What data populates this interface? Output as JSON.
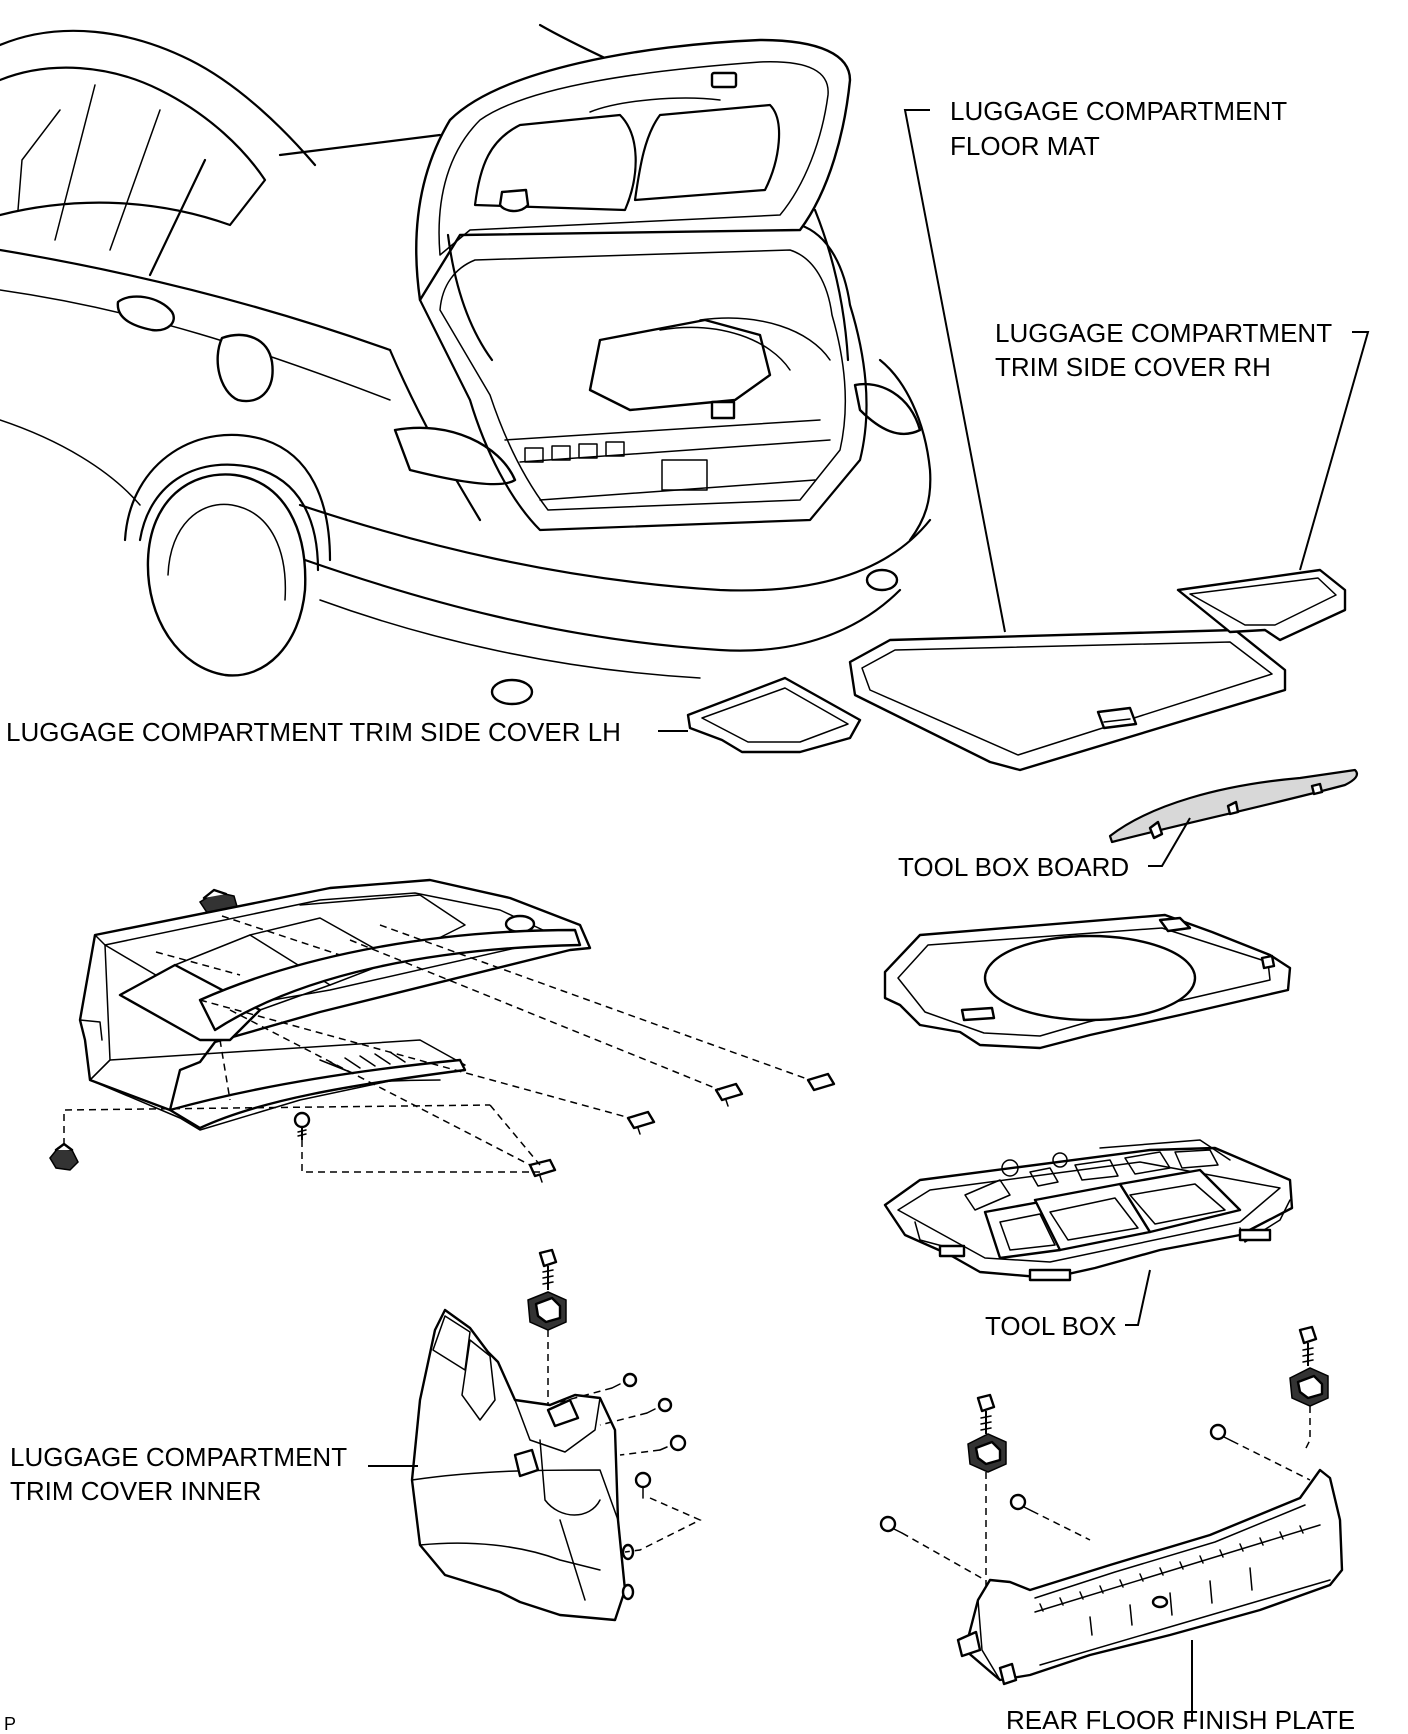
{
  "labels": {
    "floor_mat": [
      "LUGGAGE COMPARTMENT",
      "FLOOR MAT"
    ],
    "side_cover_rh": [
      "LUGGAGE COMPARTMENT",
      "TRIM SIDE COVER RH"
    ],
    "side_cover_lh": [
      "LUGGAGE COMPARTMENT TRIM SIDE COVER LH"
    ],
    "tool_box_board": [
      "TOOL BOX BOARD"
    ],
    "tool_box": [
      "TOOL BOX"
    ],
    "trim_cover_inner": [
      "LUGGAGE COMPARTMENT",
      "TRIM COVER INNER"
    ],
    "rear_floor_finish_plate": [
      "REAR FLOOR FINISH PLATE"
    ]
  },
  "corner_code": "P"
}
